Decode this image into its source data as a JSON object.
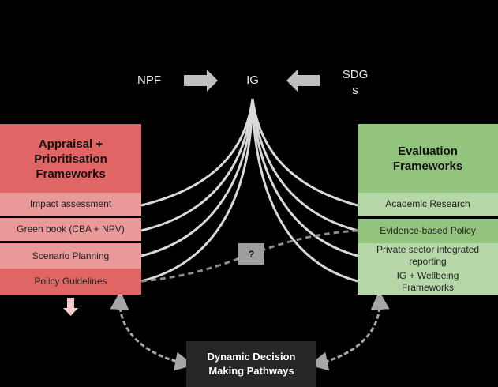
{
  "top": {
    "left_label": "NPF",
    "center_label": "IG",
    "right_label_line1": "SDG",
    "right_label_line2": "s"
  },
  "left_panel": {
    "title_line1": "Appraisal +",
    "title_line2": "Prioritisation",
    "title_line3": "Frameworks",
    "rows": [
      "Impact assessment",
      "Green book (CBA + NPV)",
      "Scenario Planning",
      "Policy Guidelines"
    ]
  },
  "right_panel": {
    "title_line1": "Evaluation",
    "title_line2": "Frameworks",
    "rows": [
      "Academic Research",
      "Evidence-based Policy",
      "Private sector integrated reporting",
      "IG + Wellbeing Frameworks"
    ]
  },
  "question_label": "?",
  "bottom_box": {
    "line1": "Dynamic Decision",
    "line2": "Making Pathways"
  },
  "colors": {
    "background": "#000000",
    "left_title_bg": "#e06666",
    "left_row_light": "#ea9999",
    "left_row_mid": "#e88f8f",
    "right_title_bg": "#93c47d",
    "right_row_light": "#b6d7a8",
    "right_row_accent": "#93c47d",
    "curve_color": "#d9d9d9",
    "arrow_color": "#bfbfbf"
  }
}
